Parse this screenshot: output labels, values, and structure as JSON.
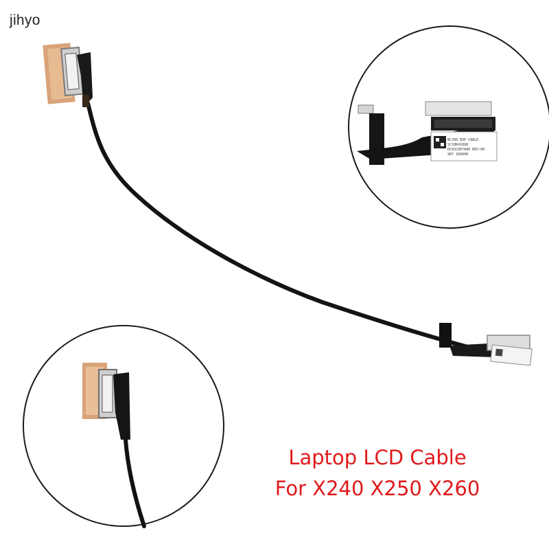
{
  "brand": {
    "watermark": "jihyo"
  },
  "caption": {
    "line1": "Laptop LCD Cable",
    "line2": "For X240 X250 X260",
    "color": "#e0191b"
  },
  "label": {
    "line1": "BCJ00 EDP CABLE",
    "line2": "SC10K41898",
    "line3": "DC02C007A00 REV:00",
    "line4": "SKY 160608"
  }
}
